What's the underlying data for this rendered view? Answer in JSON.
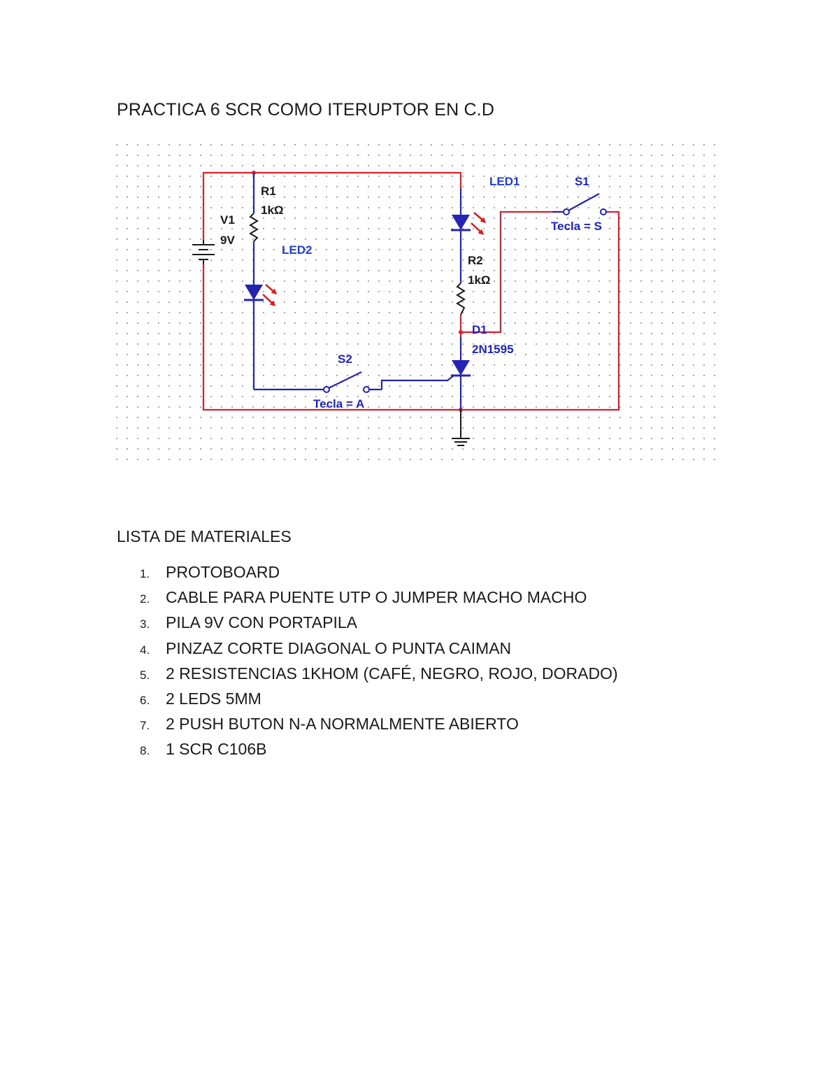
{
  "document": {
    "title": "PRACTICA 6 SCR COMO ITERUPTOR EN C.D"
  },
  "schematic": {
    "v1": {
      "name": "V1",
      "value": "9V"
    },
    "r1": {
      "name": "R1",
      "value": "1kΩ"
    },
    "r2": {
      "name": "R2",
      "value": "1kΩ"
    },
    "led1": {
      "name": "LED1"
    },
    "led2": {
      "name": "LED2"
    },
    "s1": {
      "name": "S1",
      "key": "Tecla = S"
    },
    "s2": {
      "name": "S2",
      "key": "Tecla = A"
    },
    "d1": {
      "name": "D1",
      "part": "2N1595"
    },
    "colors": {
      "wire": "#d9212a",
      "component": "#2323b4",
      "label": "#1e23c8",
      "arrow": "#e01818"
    }
  },
  "materials": {
    "heading": "LISTA DE MATERIALES",
    "items": [
      {
        "num": "1.",
        "text": "PROTOBOARD"
      },
      {
        "num": "2.",
        "text": "CABLE PARA PUENTE UTP O JUMPER MACHO MACHO"
      },
      {
        "num": "3.",
        "text": "PILA 9V CON PORTAPILA"
      },
      {
        "num": "4.",
        "text": "PINZAZ CORTE DIAGONAL O PUNTA CAIMAN"
      },
      {
        "num": "5.",
        "text": "2 RESISTENCIAS 1KHOM (CAFÉ, NEGRO, ROJO, DORADO)"
      },
      {
        "num": "6.",
        "text": "2 LEDS 5MM"
      },
      {
        "num": "7.",
        "text": "2 PUSH BUTON N-A NORMALMENTE ABIERTO"
      },
      {
        "num": "8.",
        "text": "1 SCR C106B"
      }
    ]
  }
}
